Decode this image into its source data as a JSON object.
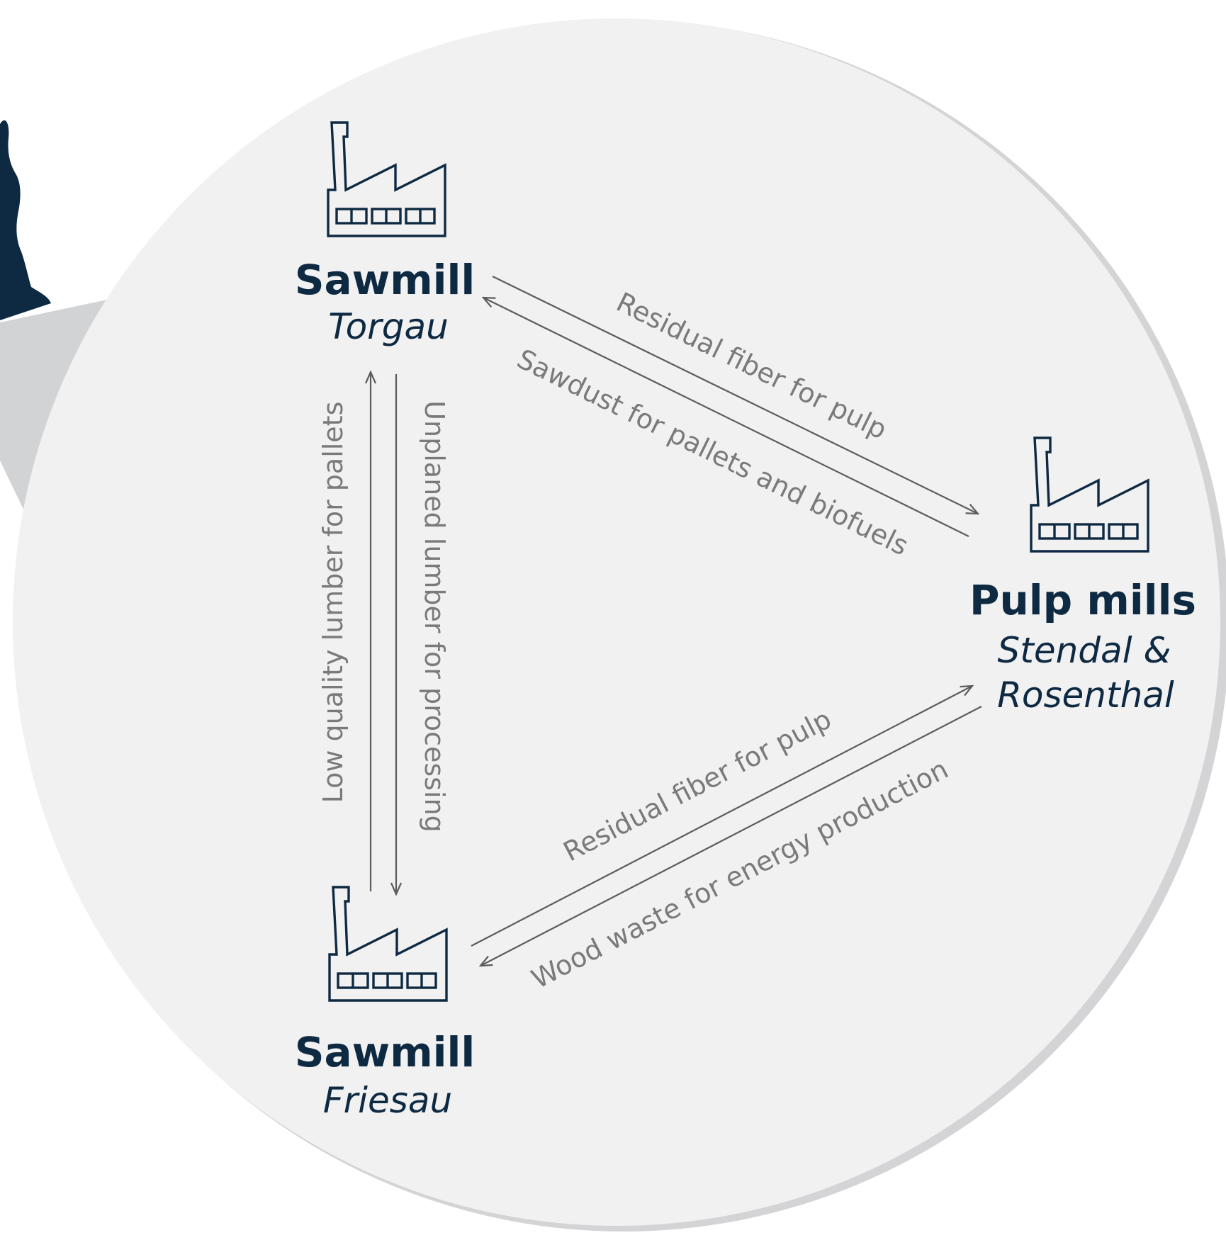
{
  "colors": {
    "background": "#ffffff",
    "circle": "#f1f1f1",
    "circle_shadow": "#d4d4d6",
    "side_panel": "#d2d3d5",
    "silhouette": "#0e2a42",
    "node_text": "#0e2a42",
    "icon": "#0e2a42",
    "arrow": "#5c5c5c",
    "flow_text": "#7a7a7a"
  },
  "nodes": {
    "torgau": {
      "icon": "factory-icon",
      "title": "Sawmill",
      "subtitle": "Torgau"
    },
    "friesau": {
      "icon": "factory-icon",
      "title": "Sawmill",
      "subtitle": "Friesau"
    },
    "pulp": {
      "icon": "factory-icon",
      "title": "Pulp mills",
      "subtitle_line1": "Stendal &",
      "subtitle_line2": "Rosenthal"
    }
  },
  "flows": {
    "torgau_to_pulp": "Residual fiber for pulp",
    "pulp_to_torgau": "Sawdust for pallets and biofuels",
    "friesau_to_torgau": "Low quality lumber for pallets",
    "torgau_to_friesau": "Unplaned lumber for processing",
    "friesau_to_pulp": "Residual fiber for pulp",
    "pulp_to_friesau": "Wood waste for energy production"
  }
}
